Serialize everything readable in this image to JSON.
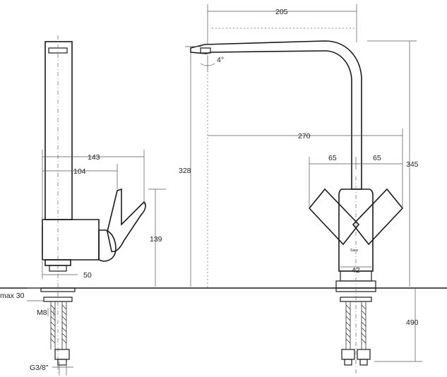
{
  "dimensions": {
    "spout_reach": "205",
    "spout_angle": "4°",
    "spout_height": "328",
    "total_width": "270",
    "total_height": "345",
    "handle_left": "65",
    "handle_right": "65",
    "base_diameter": "42",
    "shank_length": "490",
    "side_depth_143": "143",
    "side_depth_104": "104",
    "handle_height": "139",
    "base_offset": "50",
    "max_counter": "max 30",
    "thread_m8": "M8",
    "thread_g38": "G3/8\""
  },
  "brand_mark": "Sanv"
}
